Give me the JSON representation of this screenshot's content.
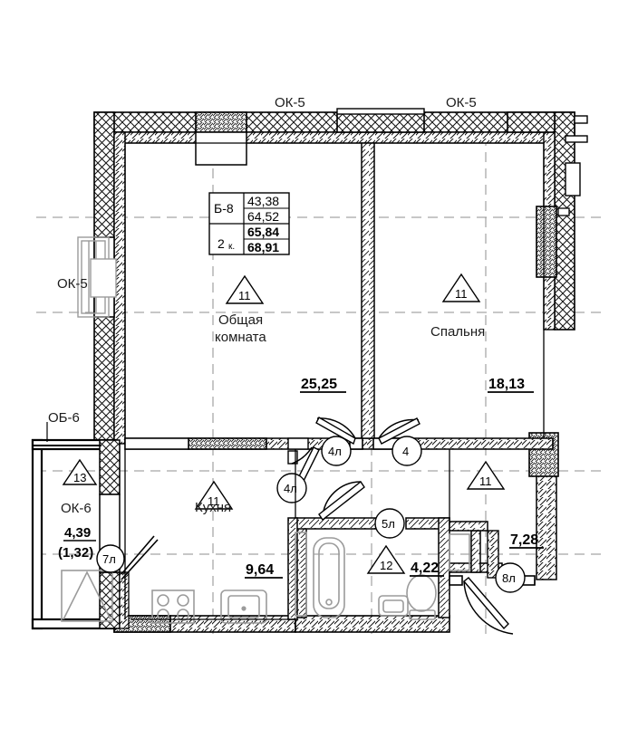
{
  "document": {
    "type": "architectural-floor-plan",
    "title": "Планировка квартиры Б-8",
    "apartment_code": "Б-8",
    "rooms_label": "2 к."
  },
  "info_table": {
    "code": "Б-8",
    "rooms": "2",
    "rooms_suffix": "к.",
    "values": [
      {
        "value": "43,38",
        "bold": false
      },
      {
        "value": "64,52",
        "bold": false
      },
      {
        "value": "65,84",
        "bold": true
      },
      {
        "value": "68,91",
        "bold": true
      }
    ]
  },
  "rooms": [
    {
      "id": "living-room",
      "name": "Общая",
      "name_line2": "комната",
      "area": "25,25",
      "marker": "11"
    },
    {
      "id": "bedroom",
      "name": "Спальня",
      "name_line2": "",
      "area": "18,13",
      "marker": "11"
    },
    {
      "id": "kitchen",
      "name": "Кухня",
      "name_line2": "",
      "area": "9,64",
      "marker": "11"
    },
    {
      "id": "bathroom",
      "name": "",
      "name_line2": "",
      "area": "4,22",
      "marker": "12"
    },
    {
      "id": "hallway",
      "name": "",
      "name_line2": "",
      "area": "7,28",
      "marker": "11"
    },
    {
      "id": "loggia",
      "name": "ОК-6",
      "name_line2": "",
      "area": "4,39",
      "area_sub": "(1,32)",
      "marker": "13"
    }
  ],
  "windows": [
    {
      "id": "window-top-left",
      "label": "ОК-5"
    },
    {
      "id": "window-top-right",
      "label": "ОК-5"
    },
    {
      "id": "window-left",
      "label": "ОК-5"
    },
    {
      "id": "window-loggia",
      "label": "ОК-6"
    }
  ],
  "labels": {
    "balcony_glazing": "ОБ-6"
  },
  "doors": [
    {
      "id": "door-living-room",
      "label": "4л"
    },
    {
      "id": "door-bedroom",
      "label": "4"
    },
    {
      "id": "door-kitchen",
      "label": "4л"
    },
    {
      "id": "door-bathroom",
      "label": "5л"
    },
    {
      "id": "door-loggia",
      "label": "7л"
    },
    {
      "id": "door-entry",
      "label": "8л"
    }
  ],
  "colors": {
    "line": "#000000",
    "hatch": "#1a1a1a",
    "fixture": "#9a9a9a",
    "dash_axis": "#8a8a8a",
    "background": "#ffffff"
  }
}
